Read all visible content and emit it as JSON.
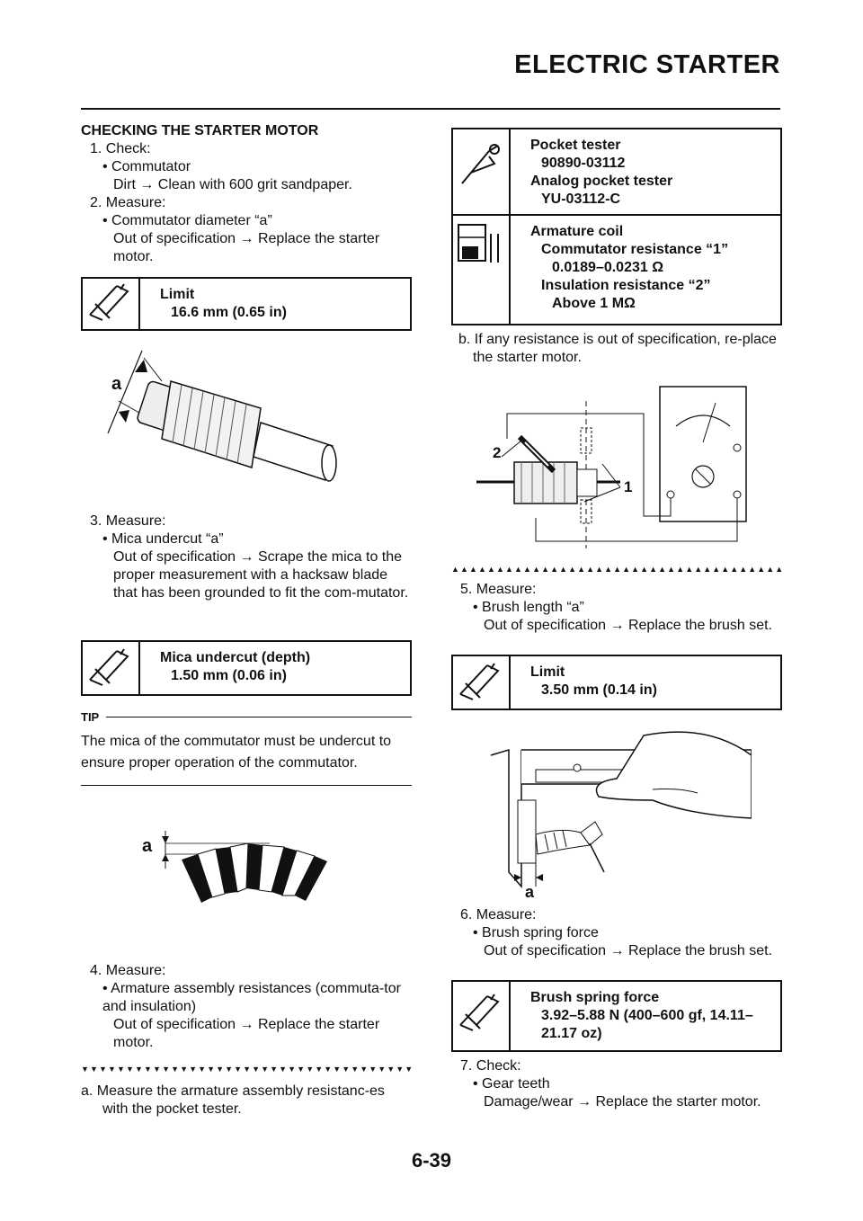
{
  "header": {
    "title": "ELECTRIC STARTER"
  },
  "left": {
    "heading": "CHECKING THE STARTER MOTOR",
    "step1": "1. Check:",
    "step1_item": "• Commutator",
    "step1_detail": "Dirt → Clean with 600 grit sandpaper.",
    "step2": "2. Measure:",
    "step2_item": "• Commutator diameter “a”",
    "step2_detail": "Out of specification → Replace the starter motor.",
    "spec1_title": "Limit",
    "spec1_value": "16.6 mm (0.65 in)",
    "fig1_label": "a",
    "step3": "3. Measure:",
    "step3_item": "• Mica undercut “a”",
    "step3_detail": "Out of specification → Scrape the mica to the proper measurement with a hacksaw blade that has been grounded to fit the com-mutator.",
    "spec2_title": "Mica undercut (depth)",
    "spec2_value": "1.50 mm (0.06 in)",
    "tip_label": "TIP",
    "tip_text": "The mica of the commutator must be undercut to ensure proper operation of the commutator.",
    "fig2_label": "a",
    "step4": "4. Measure:",
    "step4_item": "• Armature assembly resistances (commuta-tor and insulation)",
    "step4_detail": "Out of specification → Replace the starter motor.",
    "down_markers": "▼▼▼▼▼▼▼▼▼▼▼▼▼▼▼▼▼▼▼▼▼▼▼▼▼▼▼▼▼▼▼▼▼▼▼▼▼",
    "step4a": "a. Measure the armature assembly resistanc-es with the pocket tester."
  },
  "right": {
    "tool_l1": "Pocket tester",
    "tool_l2": "90890-03112",
    "tool_l3": "Analog pocket tester",
    "tool_l4": "YU-03112-C",
    "arm_l1": "Armature coil",
    "arm_l2": "Commutator resistance “1”",
    "arm_l3": "0.0189–0.0231 Ω",
    "arm_l4": "Insulation resistance “2”",
    "arm_l5": "Above 1 MΩ",
    "stepb": "b. If any resistance is out of specification, re-place the starter motor.",
    "fig3_label2": "2",
    "fig3_label1": "1",
    "up_markers": "▲▲▲▲▲▲▲▲▲▲▲▲▲▲▲▲▲▲▲▲▲▲▲▲▲▲▲▲▲▲▲▲▲▲▲▲▲",
    "step5": "5. Measure:",
    "step5_item": "• Brush length “a”",
    "step5_detail": "Out of specification → Replace the brush set.",
    "spec3_title": "Limit",
    "spec3_value": "3.50 mm (0.14 in)",
    "fig4_label": "a",
    "step6": "6. Measure:",
    "step6_item": "• Brush spring force",
    "step6_detail": "Out of specification → Replace the brush set.",
    "spec4_title": "Brush spring force",
    "spec4_value": "3.92–5.88 N (400–600 gf, 14.11–21.17 oz)",
    "step7": "7. Check:",
    "step7_item": "• Gear teeth",
    "step7_detail": "Damage/wear → Replace the starter motor."
  },
  "footer": {
    "page_number": "6-39"
  },
  "icons": [
    "caliper-limit-icon",
    "pocket-tester-icon",
    "multimeter-spec-icon"
  ]
}
